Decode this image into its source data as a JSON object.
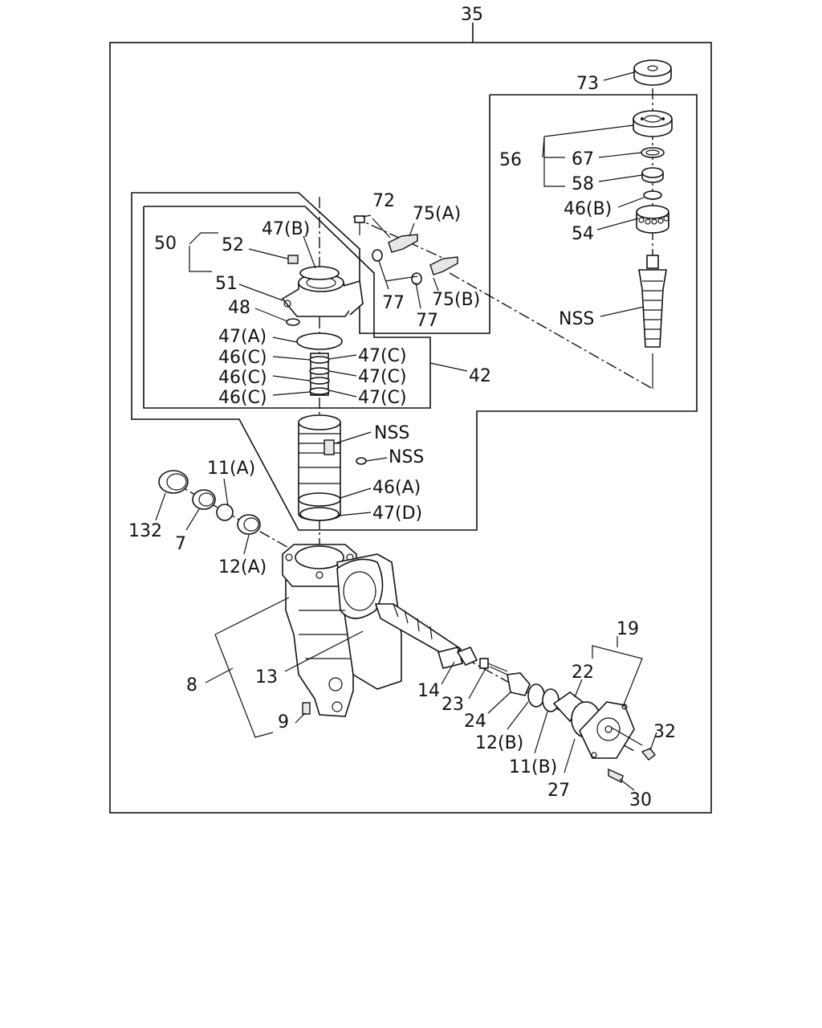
{
  "labels": {
    "l35": "35",
    "l73": "73",
    "l56": "56",
    "l67": "67",
    "l58": "58",
    "l46b": "46(B)",
    "l54": "54",
    "l72": "72",
    "l75a": "75(A)",
    "l50": "50",
    "l52": "52",
    "l47b": "47(B)",
    "l51": "51",
    "l48": "48",
    "l77a": "77",
    "l77b": "77",
    "l75b": "75(B)",
    "lnss1": "NSS",
    "l47a": "47(A)",
    "l46c1": "46(C)",
    "l46c2": "46(C)",
    "l46c3": "46(C)",
    "l47c1": "47(C)",
    "l47c2": "47(C)",
    "l47c3": "47(C)",
    "l42": "42",
    "lnss2": "NSS",
    "lnss3": "NSS",
    "l46a": "46(A)",
    "l47d": "47(D)",
    "l11a": "11(A)",
    "l132": "132",
    "l7": "7",
    "l12a": "12(A)",
    "l19": "19",
    "l22": "22",
    "l8": "8",
    "l13": "13",
    "l14": "14",
    "l23": "23",
    "l24": "24",
    "l12b": "12(B)",
    "l11b": "11(B)",
    "l27": "27",
    "l32": "32",
    "l30": "30",
    "l9": "9"
  }
}
